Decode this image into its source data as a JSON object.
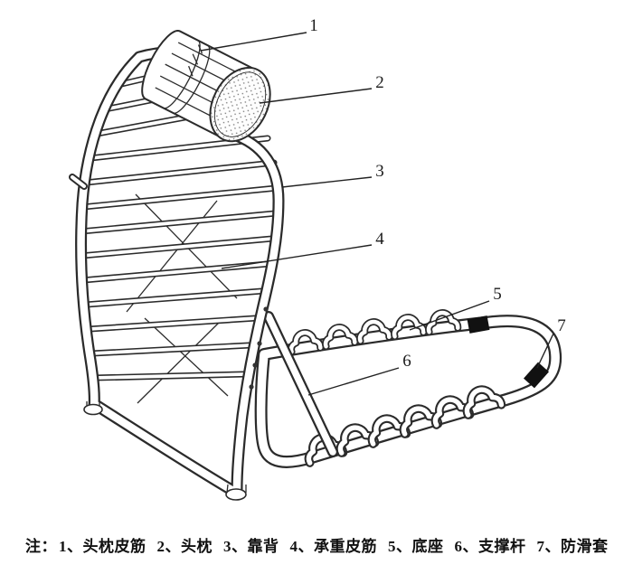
{
  "figure": {
    "type": "patent-line-drawing",
    "subject": "seat-frame-diagram",
    "line_color": "#2b2b2b",
    "background_color": "#ffffff",
    "sleeve_color": "#111111"
  },
  "callouts": [
    {
      "num": "1",
      "label": "头枕皮筋"
    },
    {
      "num": "2",
      "label": "头枕"
    },
    {
      "num": "3",
      "label": "靠背"
    },
    {
      "num": "4",
      "label": "承重皮筋"
    },
    {
      "num": "5",
      "label": "底座"
    },
    {
      "num": "6",
      "label": "支撑杆"
    },
    {
      "num": "7",
      "label": "防滑套"
    }
  ],
  "caption": {
    "prefix": "注：",
    "items": [
      "1、头枕皮筋",
      "2、头枕",
      "3、靠背",
      "4、承重皮筋",
      "5、底座",
      "6、支撑杆",
      "7、防滑套"
    ]
  }
}
